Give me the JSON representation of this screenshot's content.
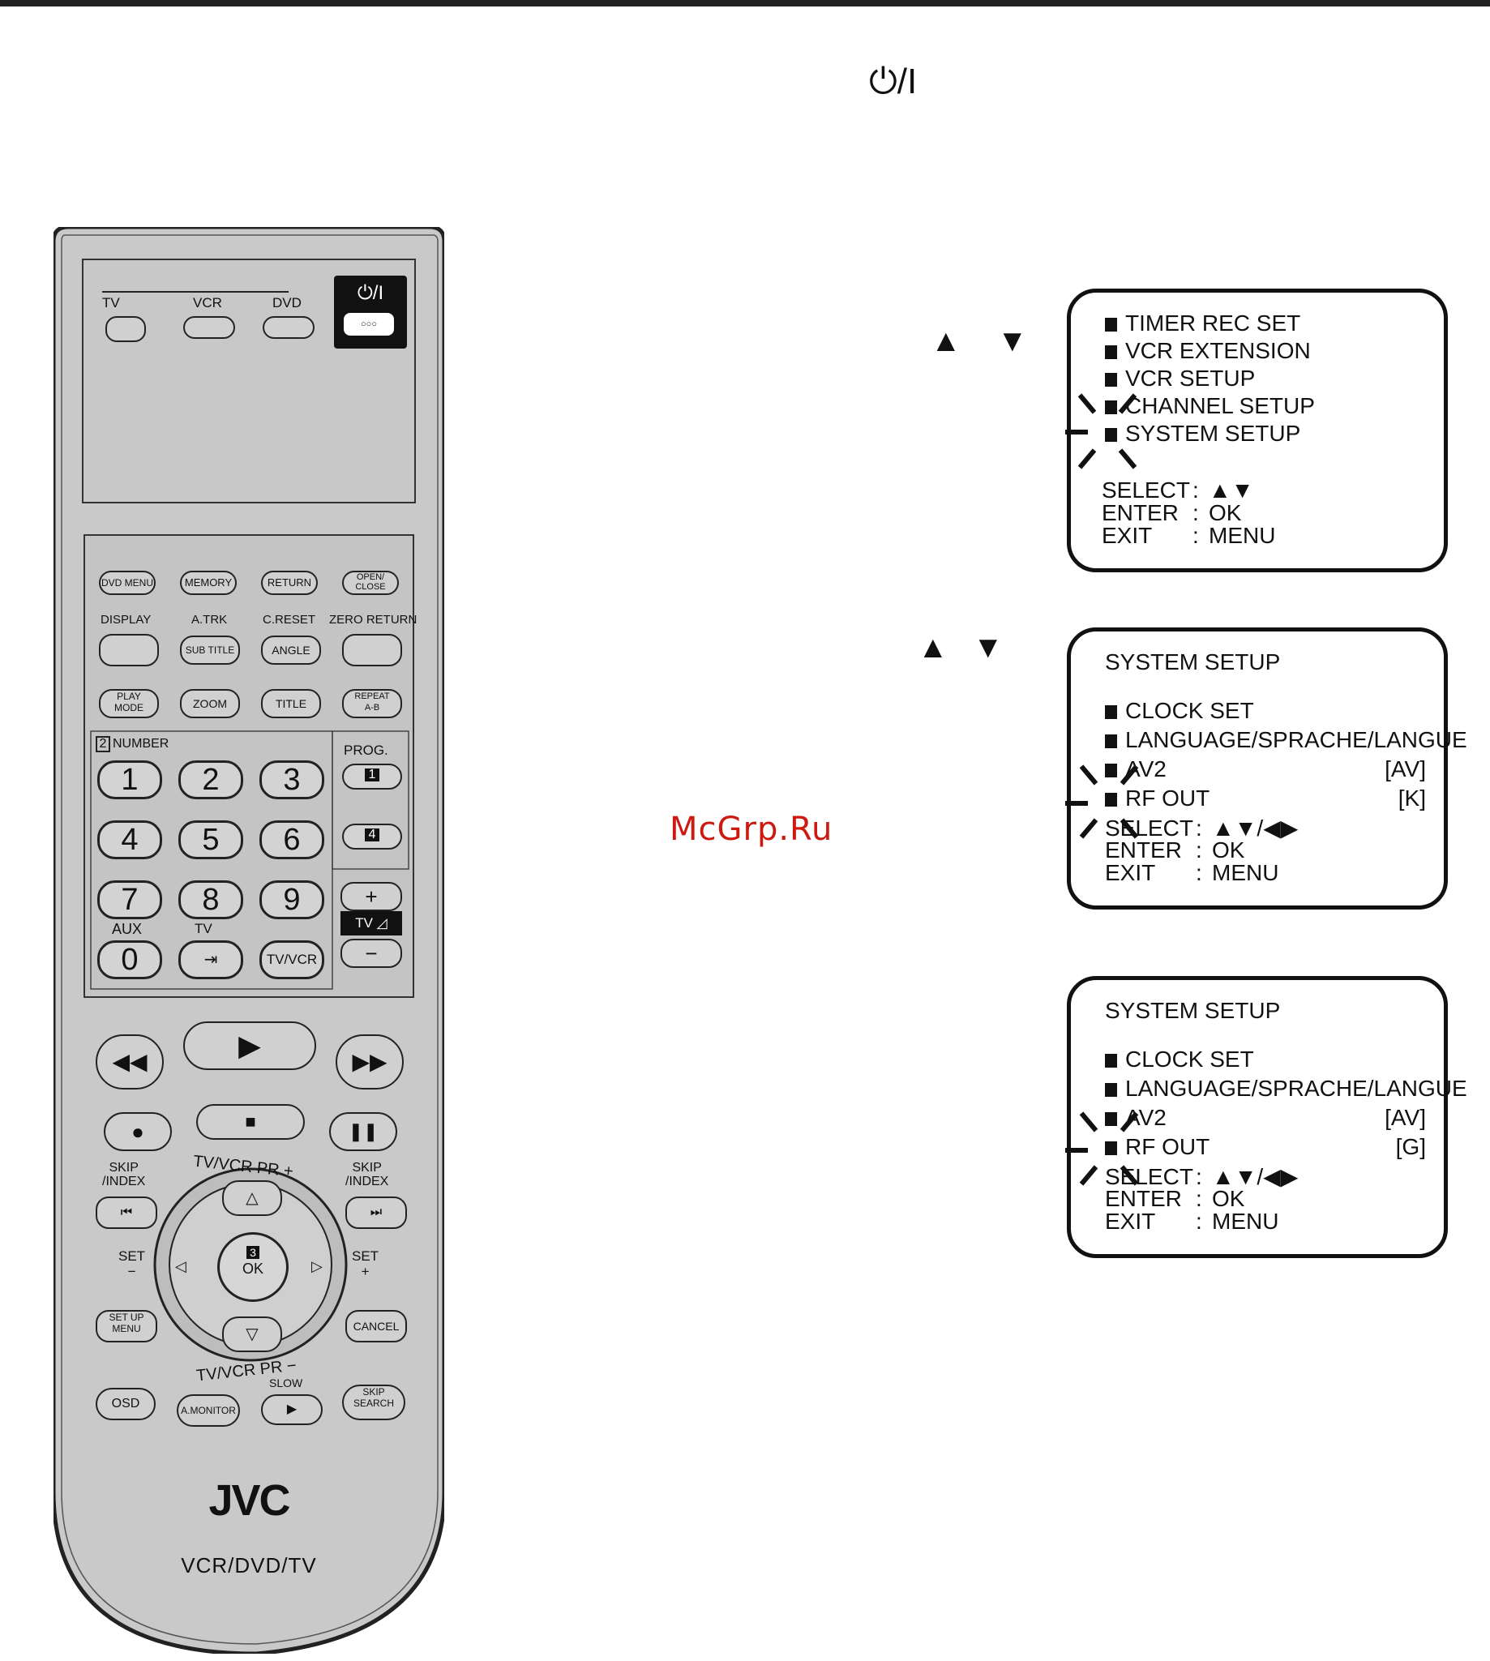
{
  "power_symbol": "⏻/I",
  "watermark": "McGrp.Ru",
  "arrows": {
    "up": "▲",
    "down": "▼"
  },
  "menu1": {
    "items": [
      "TIMER REC SET",
      "VCR EXTENSION",
      "VCR SETUP",
      "CHANNEL SETUP",
      "SYSTEM SETUP"
    ],
    "select_label": "SELECT",
    "select_keys": "▲▼",
    "enter_label": "ENTER",
    "enter_key": "OK",
    "exit_label": "EXIT",
    "exit_key": "MENU",
    "sep": ":"
  },
  "menu2": {
    "title": "SYSTEM SETUP",
    "items": [
      {
        "label": "CLOCK SET",
        "value": ""
      },
      {
        "label": "LANGUAGE/SPRACHE/LANGUE",
        "value": ""
      },
      {
        "label": "AV2",
        "value": "[AV]"
      },
      {
        "label": "RF OUT",
        "value": "[K]"
      }
    ],
    "select_label": "SELECT",
    "select_keys": "▲▼/◀▶",
    "enter_label": "ENTER",
    "enter_key": "OK",
    "exit_label": "EXIT",
    "exit_key": "MENU",
    "sep": ":"
  },
  "menu3": {
    "title": "SYSTEM SETUP",
    "items": [
      {
        "label": "CLOCK SET",
        "value": ""
      },
      {
        "label": "LANGUAGE/SPRACHE/LANGUE",
        "value": ""
      },
      {
        "label": "AV2",
        "value": "[AV]"
      },
      {
        "label": "RF OUT",
        "value": "[G]"
      }
    ],
    "select_label": "SELECT",
    "select_keys": "▲▼/◀▶",
    "enter_label": "ENTER",
    "enter_key": "OK",
    "exit_label": "EXIT",
    "exit_key": "MENU",
    "sep": ":"
  },
  "remote": {
    "mode": {
      "tv": "TV",
      "vcr": "VCR",
      "dvd": "DVD",
      "power": "⏻/I",
      "dots": "○○○"
    },
    "row1": [
      "DVD MENU",
      "MEMORY",
      "RETURN",
      "OPEN/\nCLOSE"
    ],
    "row2_top": [
      "DISPLAY",
      "A.TRK",
      "C.RESET",
      "ZERO RETURN"
    ],
    "row2_btn": [
      "",
      "SUB TITLE",
      "ANGLE",
      ""
    ],
    "row3": [
      "PLAY\nMODE",
      "ZOOM",
      "TITLE",
      "REPEAT\nA-B"
    ],
    "number_label": "NUMBER",
    "number_badge": "2",
    "prog_label": "PROG.",
    "prog_keys": [
      "1",
      "4"
    ],
    "digits": [
      "1",
      "2",
      "3",
      "4",
      "5",
      "6",
      "7",
      "8",
      "9",
      "0"
    ],
    "aux": "AUX",
    "tv_input_label": "TV",
    "tvvcr": "TV/VCR",
    "vol_plus": "+",
    "vol_minus": "−",
    "tv_vol": "TV ◿",
    "skip_index": "SKIP\n/INDEX",
    "tv_vcr_pr_plus": "TV/VCR PR +",
    "tv_vcr_pr_minus": "TV/VCR PR −",
    "set_minus": "SET\n−",
    "set_plus": "SET\n+",
    "ok_badge": "3",
    "ok": "OK",
    "setup_menu": "SET UP\nMENU",
    "cancel": "CANCEL",
    "osd": "OSD",
    "amonitor": "A.MONITOR",
    "slow": "SLOW",
    "skip_search": "SKIP\nSEARCH",
    "brand": "JVC",
    "model": "VCR/DVD/TV"
  }
}
